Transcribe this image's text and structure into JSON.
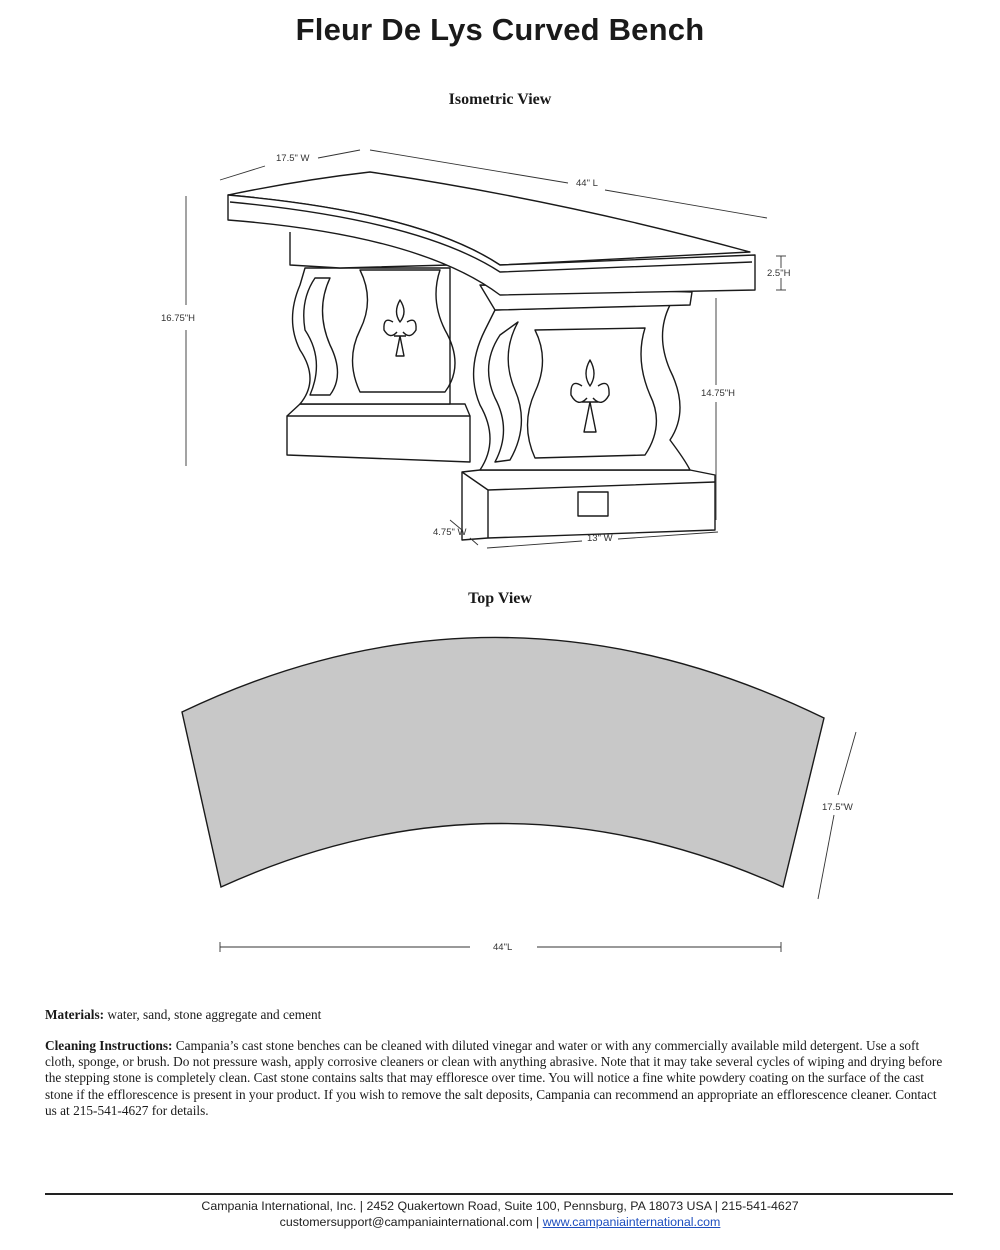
{
  "title": "Fleur De Lys Curved Bench",
  "isometric_view": {
    "heading": "Isometric View",
    "dims": {
      "top_width": "17.5\" W",
      "length": "44\" L",
      "top_height": "2.5\"H",
      "overall_height": "16.75\"H",
      "pedestal_height": "14.75\"H",
      "base_depth": "4.75\" W",
      "base_width": "13\" W"
    }
  },
  "top_view": {
    "heading": "Top View",
    "dims": {
      "width": "17.5\"W",
      "length": "44\"L"
    }
  },
  "materials": {
    "label": "Materials:",
    "text": " water, sand, stone aggregate and cement"
  },
  "cleaning": {
    "label": "Cleaning Instructions:",
    "text": " Campania’s cast stone benches can be cleaned with diluted vinegar and water or with any commercially available mild detergent. Use a soft cloth, sponge, or brush. Do not pressure wash, apply corrosive cleaners or clean with anything abrasive. Note that it may take several cycles of wiping and drying before the stepping stone is completely clean. Cast stone contains salts that may effloresce over time. You will notice a fine white powdery coating on the surface of the cast stone if the efflorescence is present in your product. If you wish to remove the salt deposits, Campania can recommend an appropriate an efflorescence cleaner. Contact us at 215-541-4627 for details."
  },
  "footer": {
    "line1": "Campania International, Inc. | 2452 Quakertown Road, Suite 100, Pennsburg, PA 18073 USA | 215-541-4627",
    "email": "customersupport@campaniainternational.com",
    "separator": " | ",
    "website": "www.campaniainternational.com"
  },
  "colors": {
    "top_view_fill": "#c8c8c8",
    "link": "#1f4fbf",
    "line": "#1a1a1a"
  }
}
